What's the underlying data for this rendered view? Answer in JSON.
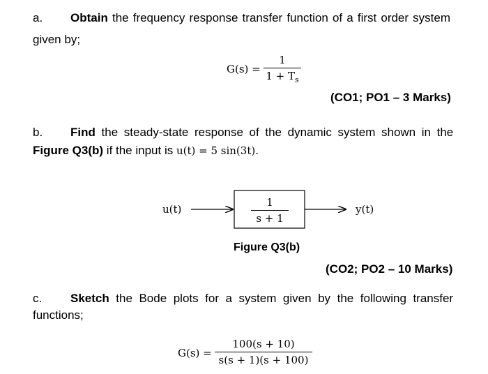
{
  "part_a": {
    "label": "a.",
    "lead": "Obtain",
    "rest": " the frequency response transfer function of a first order system",
    "line2": "given by;",
    "eq_lhs": "G(s) =",
    "eq_num": "1",
    "eq_den": "1 + T",
    "eq_den_sub": "s",
    "marks": "(CO1; PO1 – 3 Marks)"
  },
  "part_b": {
    "label": "b.",
    "lead": "Find",
    "rest": " the steady-state response of the dynamic system shown in the",
    "line2_bold": "Figure Q3(b)",
    "line2_mid": " if the input is ",
    "line2_math": "u(t) = 5 sin(3t).",
    "diagram": {
      "input": "u(t)",
      "block_num": "1",
      "block_den": "s + 1",
      "output": "y(t)"
    },
    "caption": "Figure Q3(b)",
    "marks": "(CO2; PO2 – 10 Marks)"
  },
  "part_c": {
    "label": "c.",
    "lead": "Sketch",
    "rest": " the Bode plots for a system given by the following transfer",
    "line2": "functions;",
    "eq_lhs": "G(s) =",
    "eq_num": "100(s + 10)",
    "eq_den": "s(s + 1)(s + 100)"
  }
}
